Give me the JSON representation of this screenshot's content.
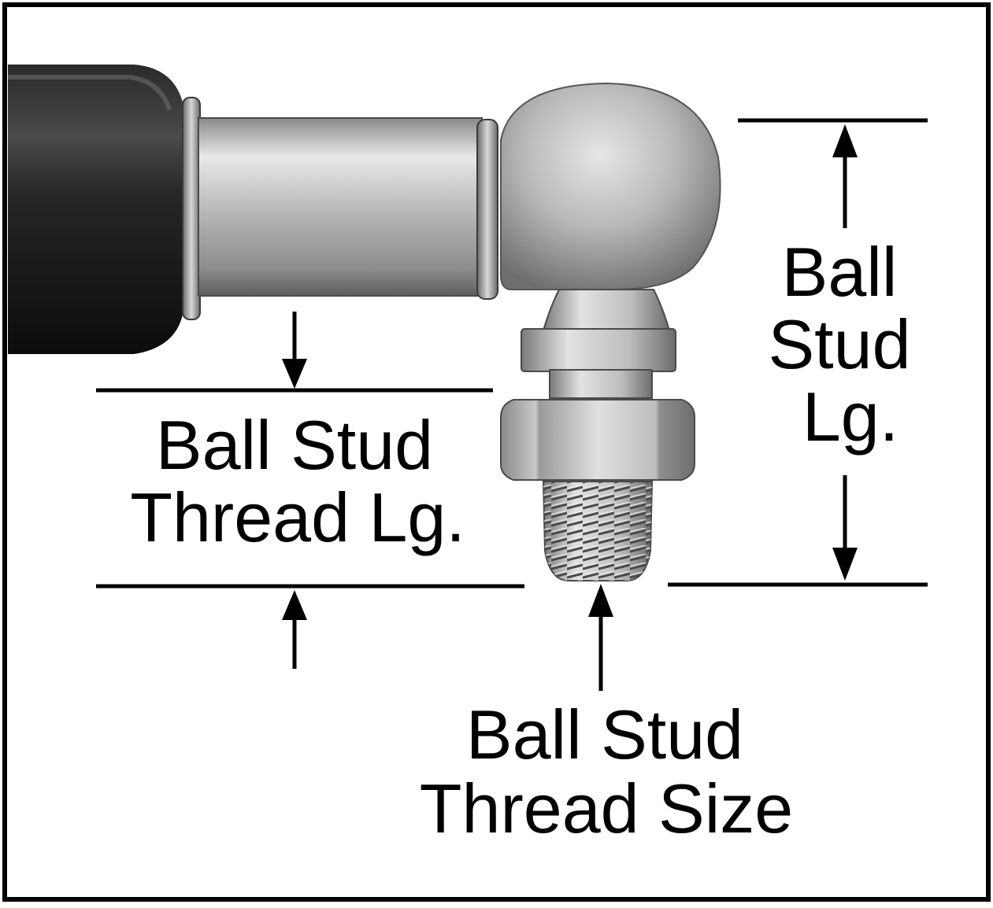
{
  "labels": {
    "thread_length": [
      "Ball Stud",
      "Thread Lg."
    ],
    "stud_length": [
      "Ball",
      "Stud",
      "Lg."
    ],
    "thread_size": [
      "Ball Stud",
      "Thread Size"
    ]
  },
  "colors": {
    "ink": "#000000",
    "background": "#ffffff",
    "cylinder_dark": "#1c1c1c",
    "metal_light": "#e4e4e4",
    "metal_mid": "#a9a9a9",
    "metal_dark": "#6a6a6a"
  }
}
